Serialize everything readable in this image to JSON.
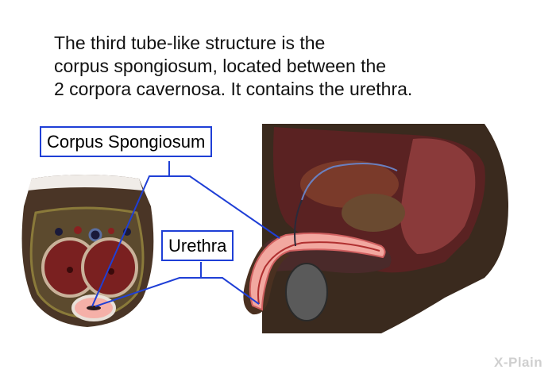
{
  "caption": {
    "lines": [
      "The third tube-like structure is the",
      "corpus spongiosum, located between the",
      "2 corpora cavernosa. It contains the urethra."
    ]
  },
  "labels": {
    "corpus_spongiosum": "Corpus Spongiosum",
    "urethra": "Urethra"
  },
  "logo": {
    "text": "X-Plain"
  },
  "colors": {
    "leader_line": "#1f3fd6",
    "tissue_dark": "#3a2a1e",
    "tissue_red": "#8a2e2e",
    "spongiosum_pink": "#f2a8a0"
  }
}
